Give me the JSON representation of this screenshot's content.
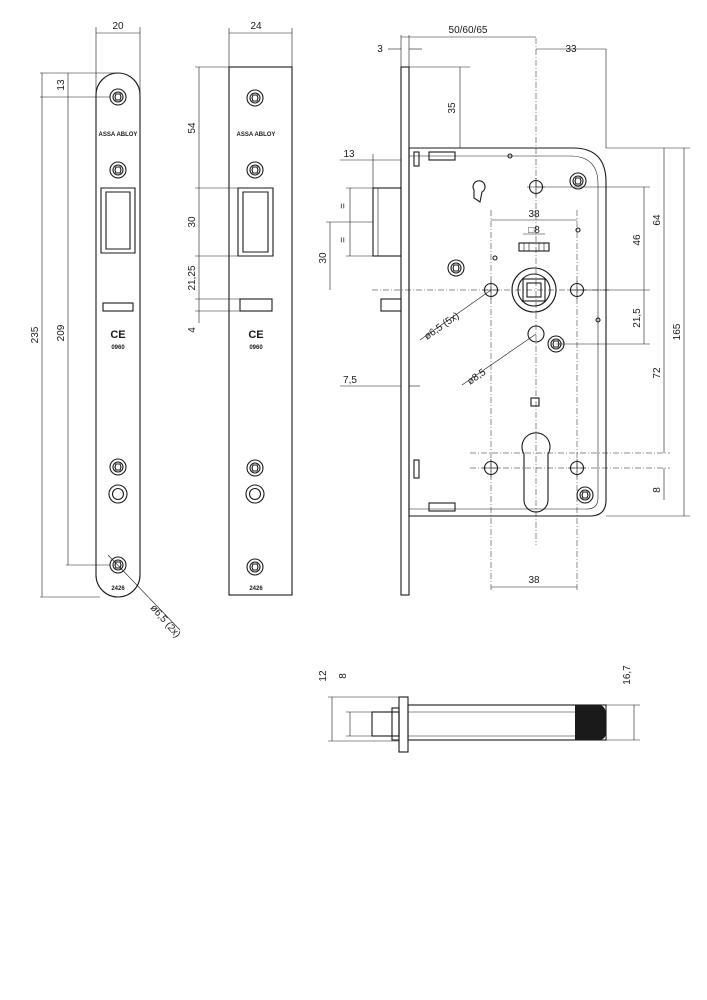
{
  "faceplate_left": {
    "dim_width": "20",
    "dim_top": "13",
    "dim_total": "235",
    "dim_holes": "209",
    "brand": "ASSA ABLOY",
    "ce": "CE",
    "ce_number": "0960",
    "part_number": "2426",
    "hole_callout": "ø6,5 (2x)"
  },
  "faceplate_right": {
    "dim_width": "24",
    "dim_54": "54",
    "dim_30": "30",
    "dim_21_25": "21,25",
    "dim_4": "4",
    "brand": "ASSA ABLOY",
    "ce": "CE",
    "ce_number": "0960",
    "part_number": "2426"
  },
  "lock_body": {
    "dim_3": "3",
    "dim_backset": "50/60/65",
    "dim_33": "33",
    "dim_35": "35",
    "dim_13": "13",
    "dim_eq1": "=",
    "dim_eq2": "=",
    "dim_30": "30",
    "dim_38_top": "38",
    "dim_square": "□8",
    "dim_46": "46",
    "dim_64": "64",
    "dim_21_5": "21,5",
    "dim_165": "165",
    "dim_72": "72",
    "dim_8": "8",
    "dim_7_5": "7,5",
    "dim_38_bottom": "38",
    "hole_callout_5x": "ø6,5 (5x)",
    "hole_callout_8_5": "ø8,5"
  },
  "side_view": {
    "dim_12": "12",
    "dim_8": "8",
    "dim_16_7": "16,7"
  }
}
